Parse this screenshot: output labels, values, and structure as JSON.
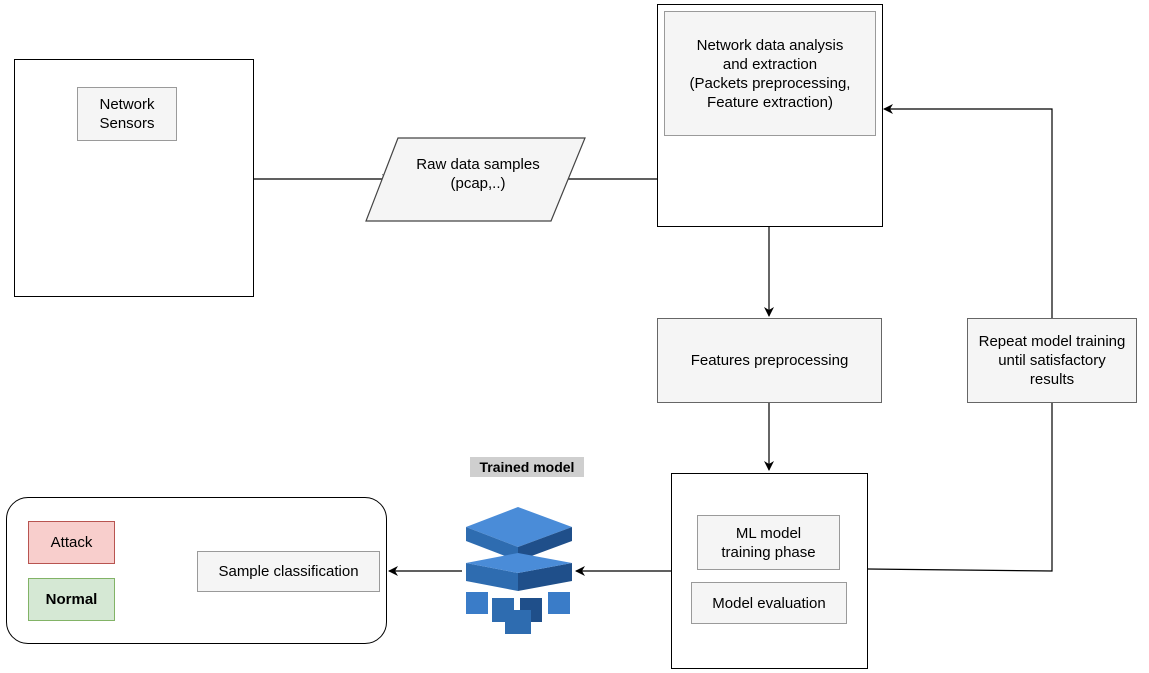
{
  "sensors": {
    "label": "Network\nSensors",
    "icon": "wireless-sensor-icon",
    "icon_color": "#C9961D"
  },
  "raw_data": {
    "label": "Raw data samples\n(pcap,..)"
  },
  "analysis": {
    "label": "Network data analysis\nand extraction\n(Packets preprocessing,\nFeature extraction)",
    "icon": "network-extraction-icon",
    "icon_color": "#1E5A78"
  },
  "features_pre": {
    "label": "Features preprocessing"
  },
  "repeat": {
    "label": "Repeat model training\nuntil satisfactory\nresults"
  },
  "training": {
    "phase_label": "ML model\ntraining phase",
    "eval_label": "Model evaluation"
  },
  "trained_model": {
    "label": "Trained model",
    "icon": "model-cube-icon",
    "icon_color": "#3A7CC8"
  },
  "classification": {
    "label": "Sample classification",
    "attack": "Attack",
    "normal": "Normal",
    "attack_color": "#F8CECC",
    "normal_color": "#D5E8D4"
  }
}
